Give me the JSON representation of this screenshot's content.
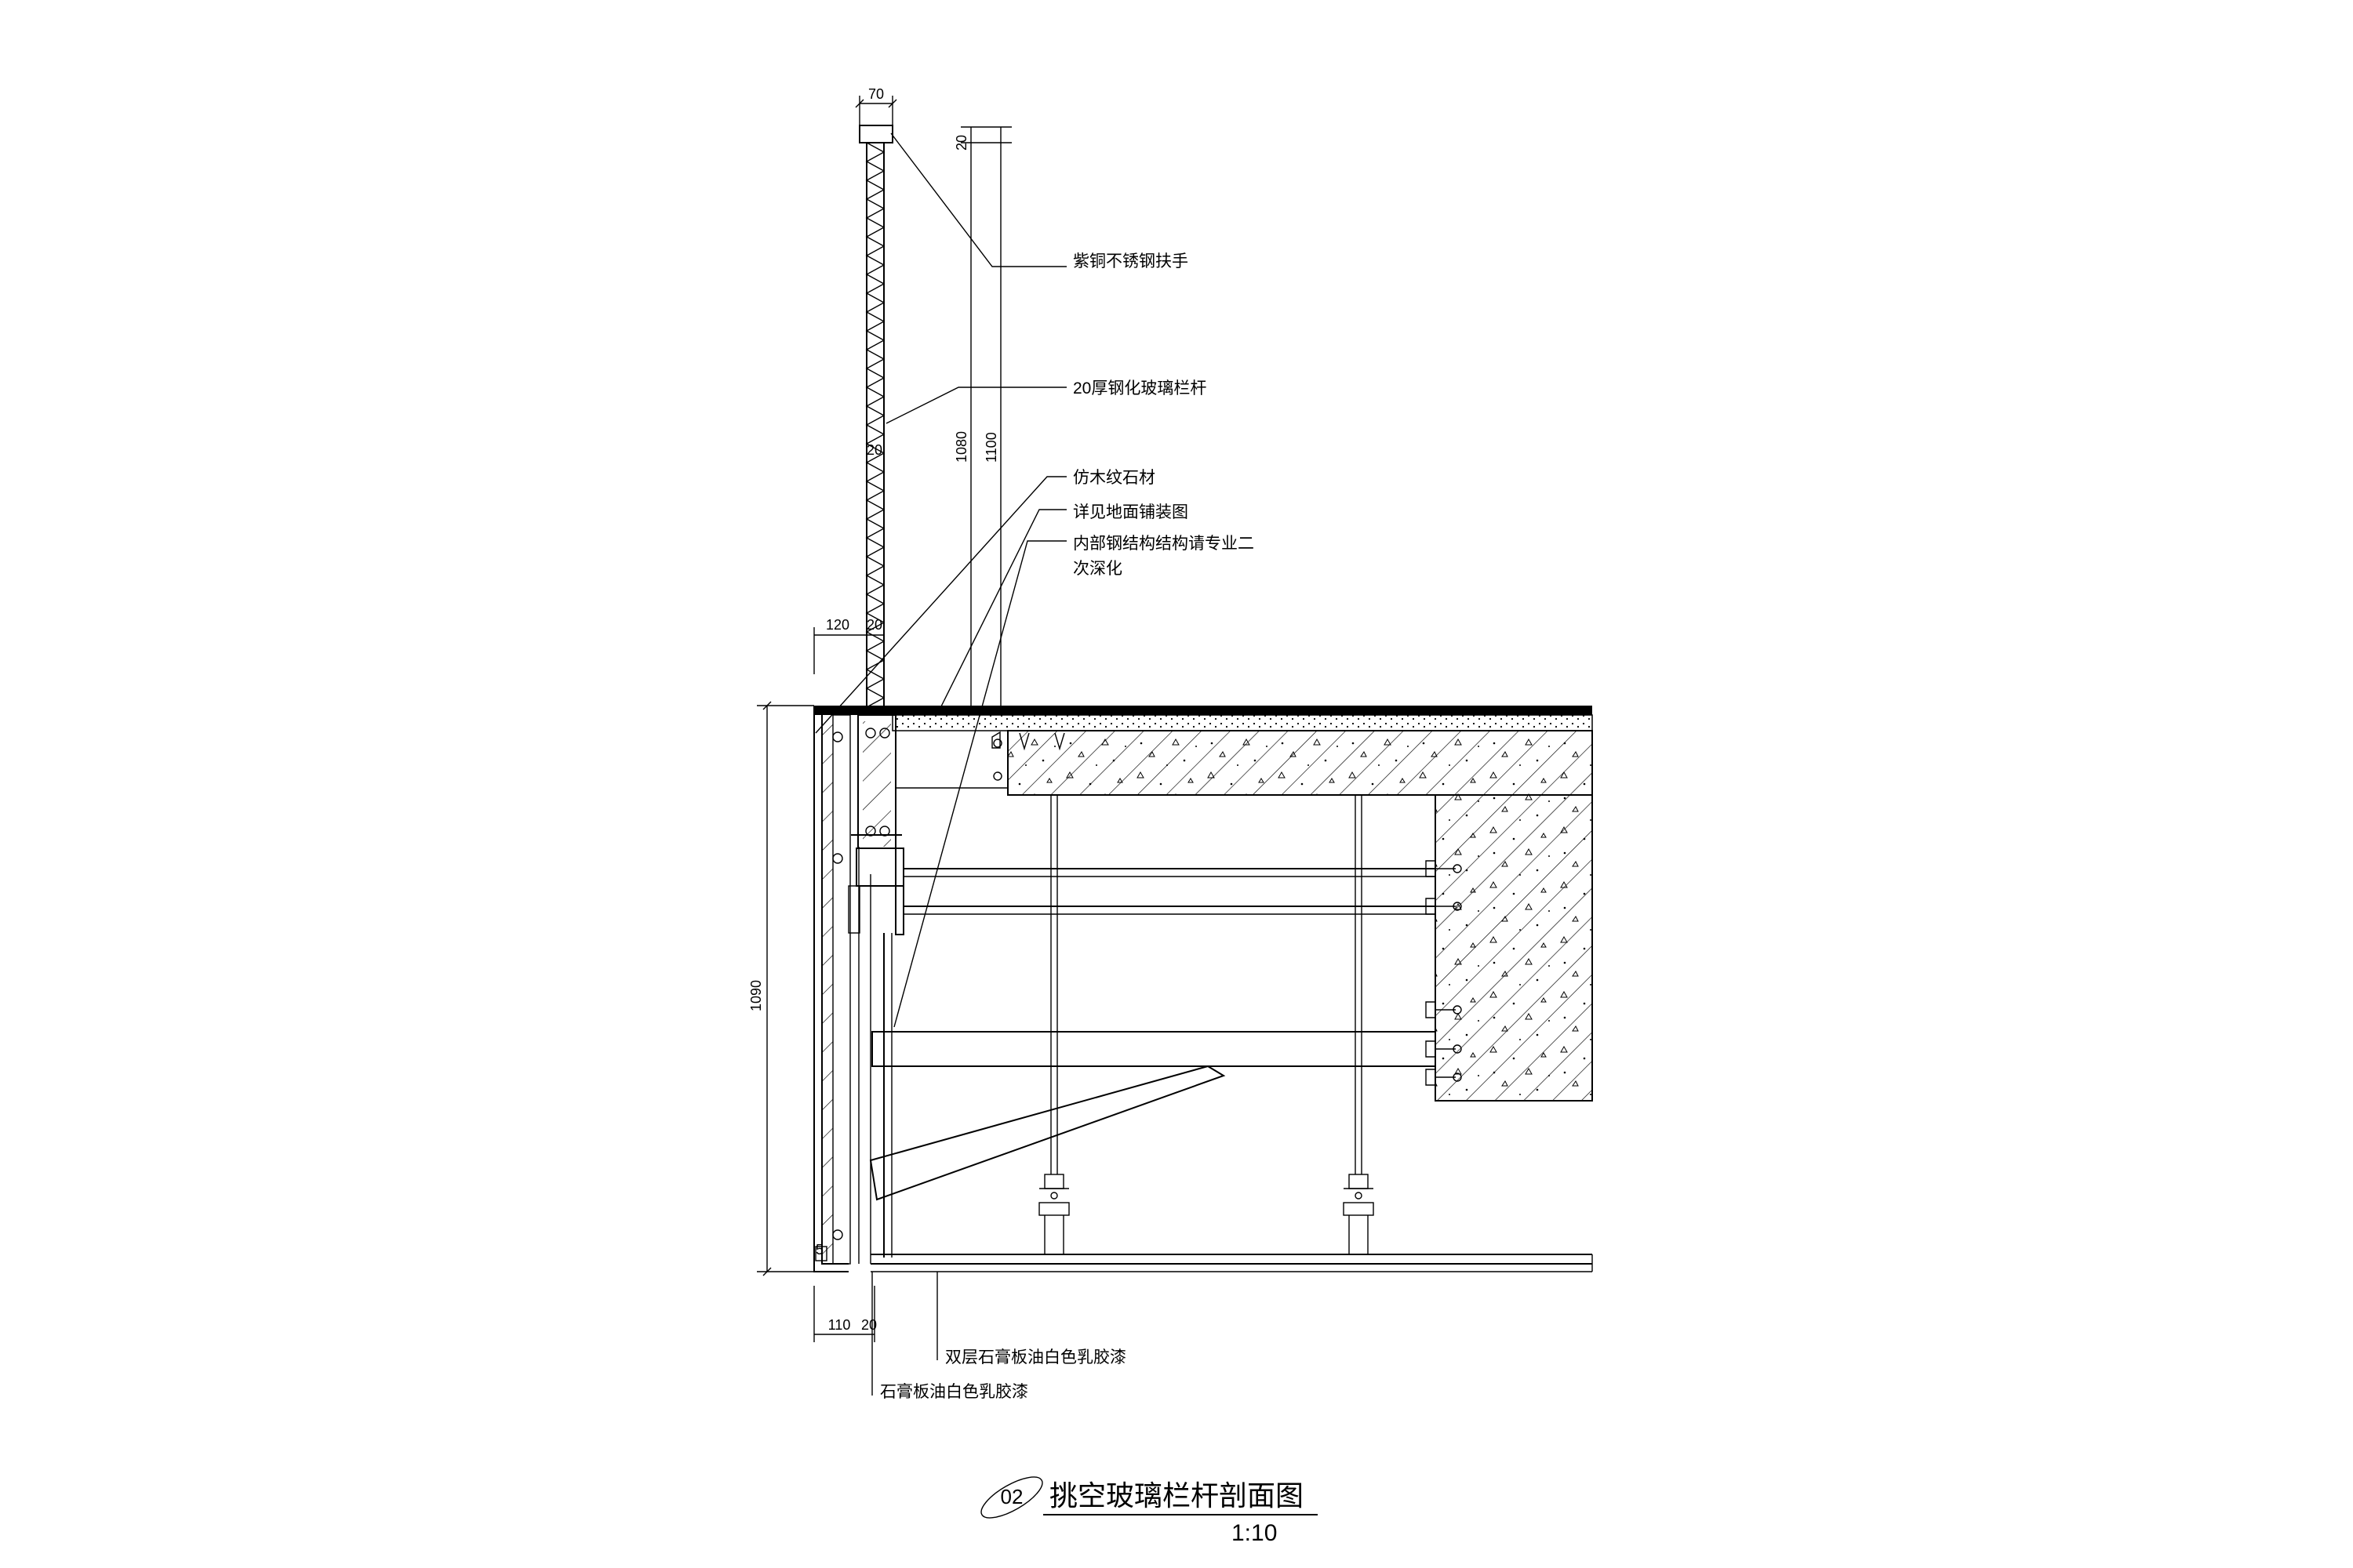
{
  "annotations": {
    "handrail": "紫铜不锈钢扶手",
    "glass_rail": "20厚钢化玻璃栏杆",
    "stone": "仿木纹石材",
    "floor_ref": "详见地面铺装图",
    "steel_line1": "内部钢结构结构请专业二",
    "steel_line2": "次深化",
    "double_gypsum": "双层石膏板油白色乳胶漆",
    "gypsum": "石膏板油白色乳胶漆"
  },
  "dimensions": {
    "top_width": "70",
    "top_gap": "20",
    "glass_height": "1080",
    "rail_height": "1100",
    "glass_thickness_top": "20",
    "side_offset": "120",
    "glass_thickness_bottom": "20",
    "overall_height": "1090",
    "bottom_left": "110",
    "bottom_right": "20",
    "small_5": "5"
  },
  "title": {
    "number": "02",
    "text": "挑空玻璃栏杆剖面图",
    "scale": "1:10"
  }
}
